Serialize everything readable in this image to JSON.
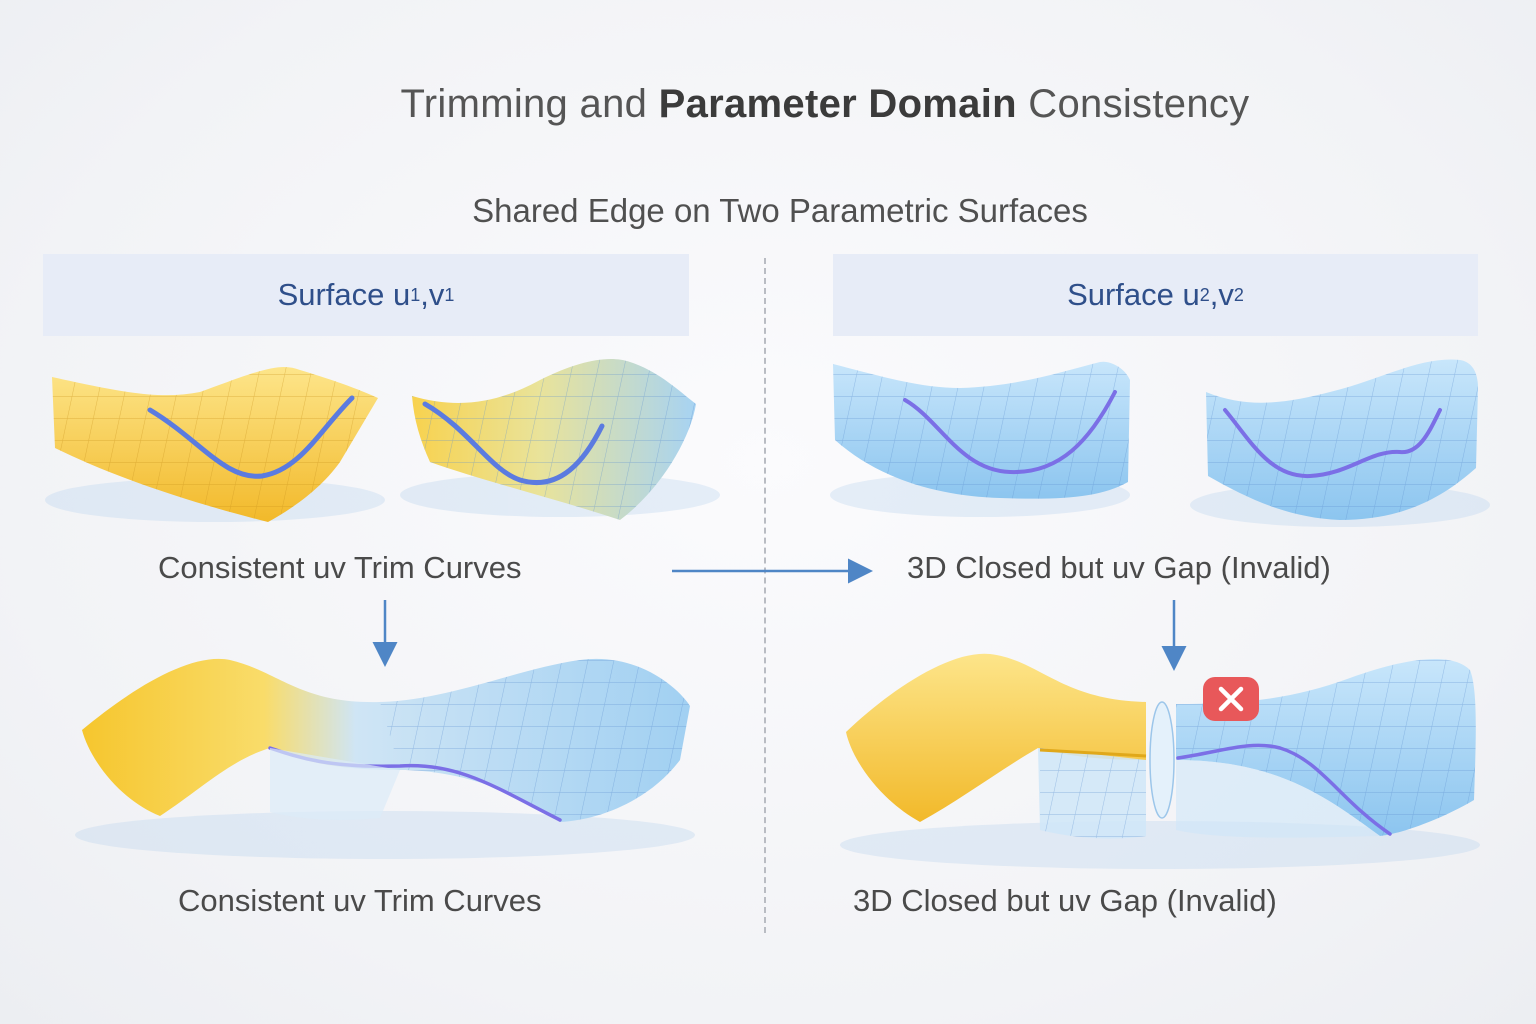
{
  "title": {
    "prefix": "Trimming and",
    "bold": "Parameter Domain",
    "suffix": "Consistency"
  },
  "subtitle": "Shared Edge on Two Parametric Surfaces",
  "left_panel": {
    "surface_label": "Surface u",
    "subscript": "1",
    "separator": ",v",
    "subscript2": "1",
    "top_caption": "Consistent uv Trim Curves",
    "bottom_caption": "Consistent uv Trim Curves"
  },
  "right_panel": {
    "surface_label": "Surface u",
    "subscript": "2",
    "separator": ",v",
    "subscript2": "2",
    "top_caption": "3D Closed but uv Gap (Invalid)",
    "bottom_caption": "3D Closed but uv Gap (Invalid)"
  },
  "colors": {
    "yellow_surface": "#f6cb3c",
    "blue_surface": "#9ccff1",
    "trim_curve": "#5b7be0",
    "error_badge": "#e8585a"
  }
}
